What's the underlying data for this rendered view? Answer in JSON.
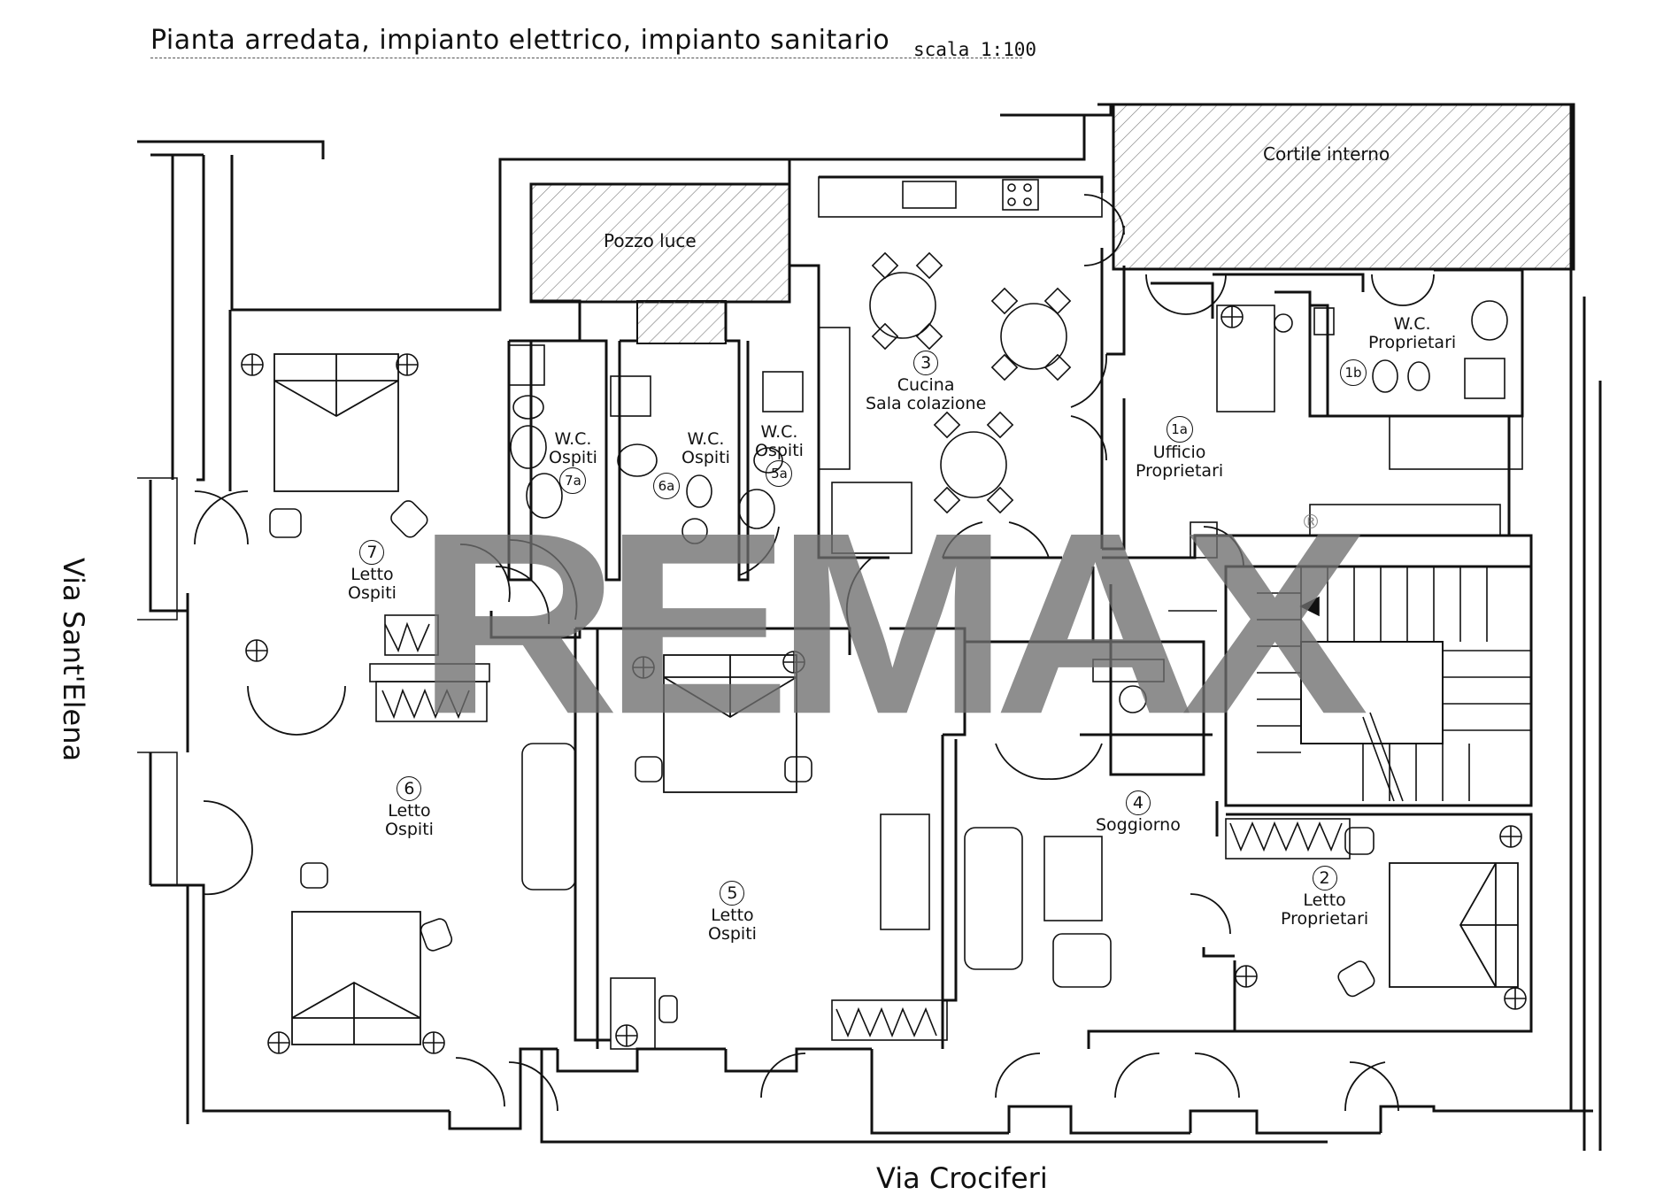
{
  "header": {
    "title": "Pianta arredata, impianto elettrico, impianto sanitario",
    "scale": "scala 1:100"
  },
  "streets": {
    "bottom": "Via Crociferi",
    "left": "Via Sant'Elena"
  },
  "areas": {
    "pozzo_luce": "Pozzo luce",
    "cortile": "Cortile interno"
  },
  "rooms": {
    "r3": {
      "num": "3",
      "line1": "Cucina",
      "line2": "Sala colazione"
    },
    "r1a": {
      "num": "1a",
      "line1": "Ufficio",
      "line2": "Proprietari"
    },
    "r1b": {
      "num": "1b",
      "line1": "W.C.",
      "line2": "Proprietari"
    },
    "r7a": {
      "num": "7a",
      "line1": "W.C.",
      "line2": "Ospiti"
    },
    "r6a": {
      "num": "6a",
      "line1": "W.C.",
      "line2": "Ospiti"
    },
    "r5a": {
      "num": "5a",
      "line1": "W.C.",
      "line2": "Ospiti"
    },
    "r7": {
      "num": "7",
      "line1": "Letto",
      "line2": "Ospiti"
    },
    "r6": {
      "num": "6",
      "line1": "Letto",
      "line2": "Ospiti"
    },
    "r5": {
      "num": "5",
      "line1": "Letto",
      "line2": "Ospiti"
    },
    "r4": {
      "num": "4",
      "line1": "Soggiorno"
    },
    "r2": {
      "num": "2",
      "line1": "Letto",
      "line2": "Proprietari"
    }
  },
  "watermark": {
    "text": "REMAX",
    "mark": "®"
  }
}
